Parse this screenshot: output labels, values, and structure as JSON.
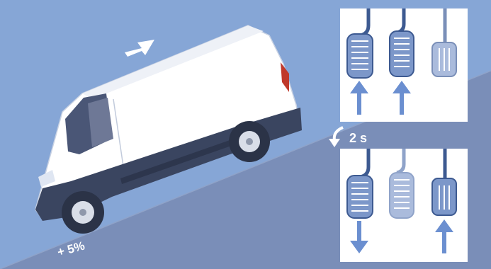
{
  "illustration": {
    "delay_label": "2 s",
    "grade_label": "+ 5%",
    "top_panel": {
      "pedals": [
        "clutch",
        "brake",
        "accelerator"
      ],
      "actions": [
        "press",
        "press",
        "none"
      ]
    },
    "bottom_panel": {
      "pedals": [
        "clutch",
        "brake",
        "accelerator"
      ],
      "actions": [
        "release",
        "none",
        "press"
      ]
    },
    "icons": [
      "direction-arrow-icon",
      "delay-arrow-icon",
      "pedal-press-arrow-icon",
      "pedal-release-arrow-icon"
    ],
    "colors": {
      "sky": "#86a6d6",
      "slope": "#7a8eb8",
      "panel_background": "#ffffff",
      "pedal_active": "#7c97c9",
      "pedal_inactive": "#aabbdc",
      "pedal_stem": "#3d5a91",
      "arrow": "#6b8fd0",
      "van_body": "#ffffff",
      "van_trim": "#3a4560"
    }
  }
}
